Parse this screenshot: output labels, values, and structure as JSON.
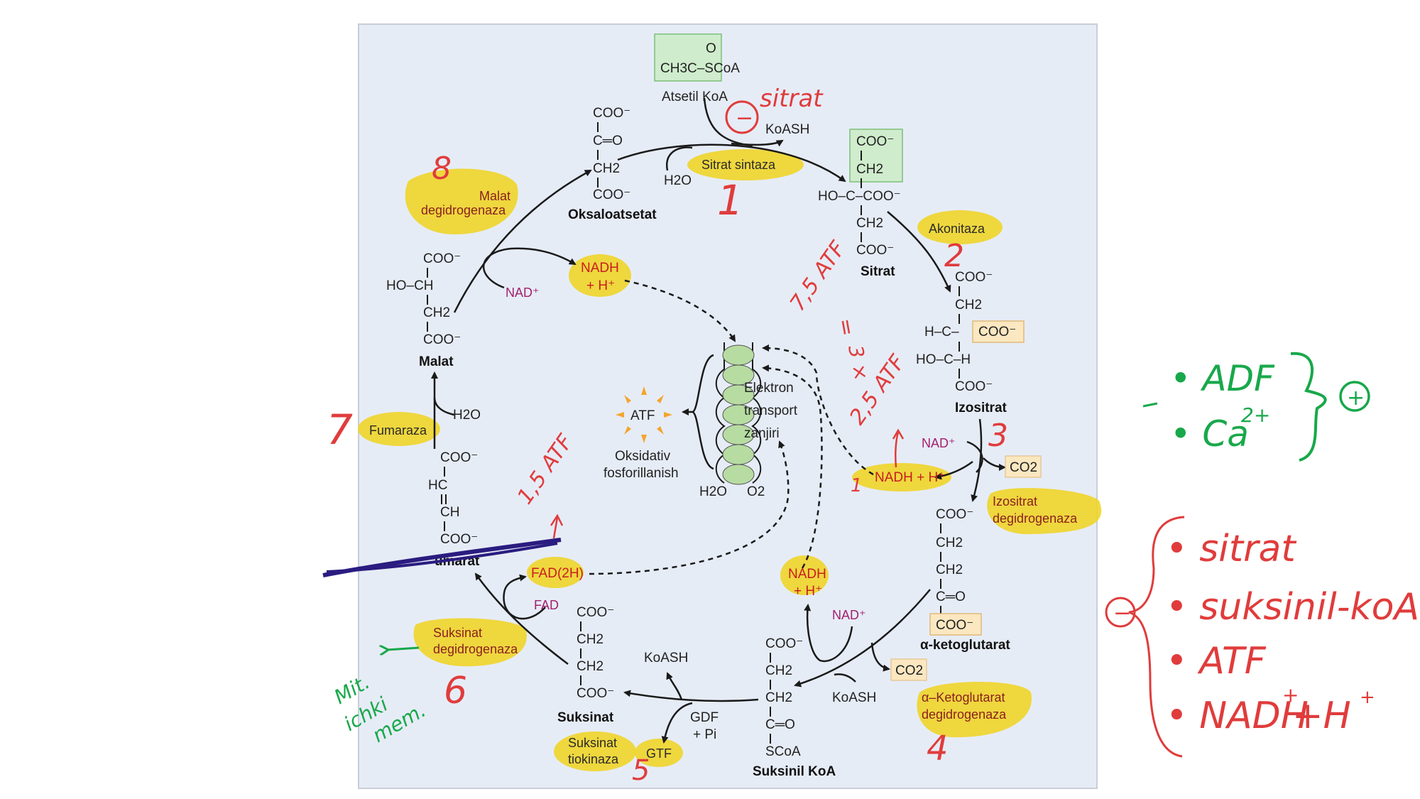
{
  "acetyl": {
    "formula": "CH3C–SCoA",
    "o": "O",
    "name": "Atsetil KoA"
  },
  "coash_top": "KoASH",
  "h2o_top": "H2O",
  "oxaloacetate": {
    "l1": "COO⁻",
    "l2": "C═O",
    "l3": "CH2",
    "l4": "COO⁻",
    "name": "Oksaloatsetat"
  },
  "citrate": {
    "l1": "COO⁻",
    "l2": "CH2",
    "l3": "HO–C–COO⁻",
    "l4": "CH2",
    "l5": "COO⁻",
    "name": "Sitrat"
  },
  "isocitrate": {
    "l1": "COO⁻",
    "l2": "CH2",
    "l3": "H–C–",
    "l3b": "COO⁻",
    "l4": "HO–C–H",
    "l5": "COO⁻",
    "name": "Izositrat"
  },
  "akg": {
    "l1": "COO⁻",
    "l2": "CH2",
    "l3": "CH2",
    "l4": "C═O",
    "l5": "COO⁻",
    "name": "α-ketoglutarat"
  },
  "succoa": {
    "l1": "COO⁻",
    "l2": "CH2",
    "l3": "CH2",
    "l4": "C═O",
    "l5": "SCoA",
    "name": "Suksinil KoA"
  },
  "succinate": {
    "l1": "COO⁻",
    "l2": "CH2",
    "l3": "CH2",
    "l4": "COO⁻",
    "name": "Suksinat"
  },
  "fumarate": {
    "l1": "COO⁻",
    "l2": "HC",
    "l3": "CH",
    "l4": "COO⁻",
    "name": "umarat"
  },
  "malate": {
    "l1": "COO⁻",
    "l2": "HO–CH",
    "l3": "CH2",
    "l4": "COO⁻",
    "name": "Malat"
  },
  "enzymes": {
    "citrate_synthase": "Sitrat sintaza",
    "aconitase": "Akonitaza",
    "idh1": "Izositrat",
    "idh2": "degidrogenaza",
    "akgdh1": "α–Ketoglutarat",
    "akgdh2": "degidrogenaza",
    "sts1": "Suksinat",
    "sts2": "tiokinaza",
    "sdh1": "Suksinat",
    "sdh2": "degidrogenaza",
    "fumarase": "Fumaraza",
    "mdh1": "Malat",
    "mdh2": "degidrogenaza"
  },
  "cofactors": {
    "nad": "NAD⁺",
    "nadh1": "NADH",
    "nadh2": "+ H⁺",
    "nadh_inline": "NADH + H⁺",
    "co2": "CO2",
    "koash": "KoASH",
    "gdf": "GDF",
    "pi": "+ Pi",
    "gtf": "GTF",
    "fad": "FAD",
    "fad2h": "FAD(2H)",
    "h2o": "H2O"
  },
  "etc": {
    "l1": "Elektron",
    "l2": "transport",
    "l3": "zanjiri",
    "h2o": "H2O",
    "o2": "O2"
  },
  "atp": {
    "label": "ATF",
    "ox1": "Oksidativ",
    "ox2": "fosforillanish"
  },
  "handwriting": {
    "sitrat_top": "sitrat",
    "minus": "−",
    "n1": "1",
    "n2": "2",
    "n3": "3",
    "n4": "4",
    "n5": "5",
    "n6": "6",
    "n7": "7",
    "n8": "8",
    "atf75a": "7,5 ATF",
    "eq": "=",
    "three_x": "3 ×",
    "atf25": "2,5 ATF",
    "one": "1",
    "atf15": "1,5 ATF",
    "mit1": "Mit.",
    "mit2": "ichki",
    "mit3": "mem.",
    "adf": "• ADF",
    "ca": "• Ca",
    "ca_sup": "2+",
    "plus": "+",
    "inh1": "• sitrat",
    "inh2": "• suksinil-koA",
    "inh3": "• ATF",
    "inh4": "• NADH",
    "inh4b": "+H",
    "plus_sup": "+",
    "minus_c": "−"
  }
}
